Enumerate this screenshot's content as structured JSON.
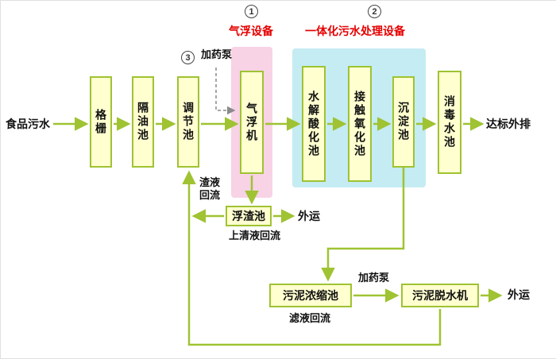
{
  "annotations": {
    "circle1": "1",
    "circle2": "2",
    "circle3": "3",
    "equipment1": "气浮设备",
    "equipment2": "一体化污水处理设备",
    "dosing_pump_top": "加药泵",
    "dosing_pump_bottom": "加药泵",
    "slag_reflux": "渣液回流",
    "supernatant_reflux": "上清液回流",
    "filtrate_reflux": "滤液回流",
    "outbound_top": "外运",
    "outbound_bottom": "外运"
  },
  "flow": {
    "source": "食品污水",
    "discharge": "达标外排"
  },
  "boxes": {
    "grid": "格栅",
    "oil_separator": "隔油池",
    "regulating": "调节池",
    "air_flotation": "气浮机",
    "hydrolysis": "水解酸化池",
    "contact_oxidation": "接触氧化池",
    "sedimentation": "沉淀池",
    "disinfection": "消毒水池",
    "scum": "浮渣池",
    "sludge_thickening": "污泥浓缩池",
    "sludge_dewatering": "污泥脱水机"
  },
  "colors": {
    "line_green": "#9fc332",
    "box_fill": "#ffffd0",
    "box_border": "#9fc332",
    "highlight_pink": "#f8d2e5",
    "highlight_cyan": "#c4ecf2",
    "red_text": "#e60000",
    "dashed_gray": "#8a8a8a"
  }
}
